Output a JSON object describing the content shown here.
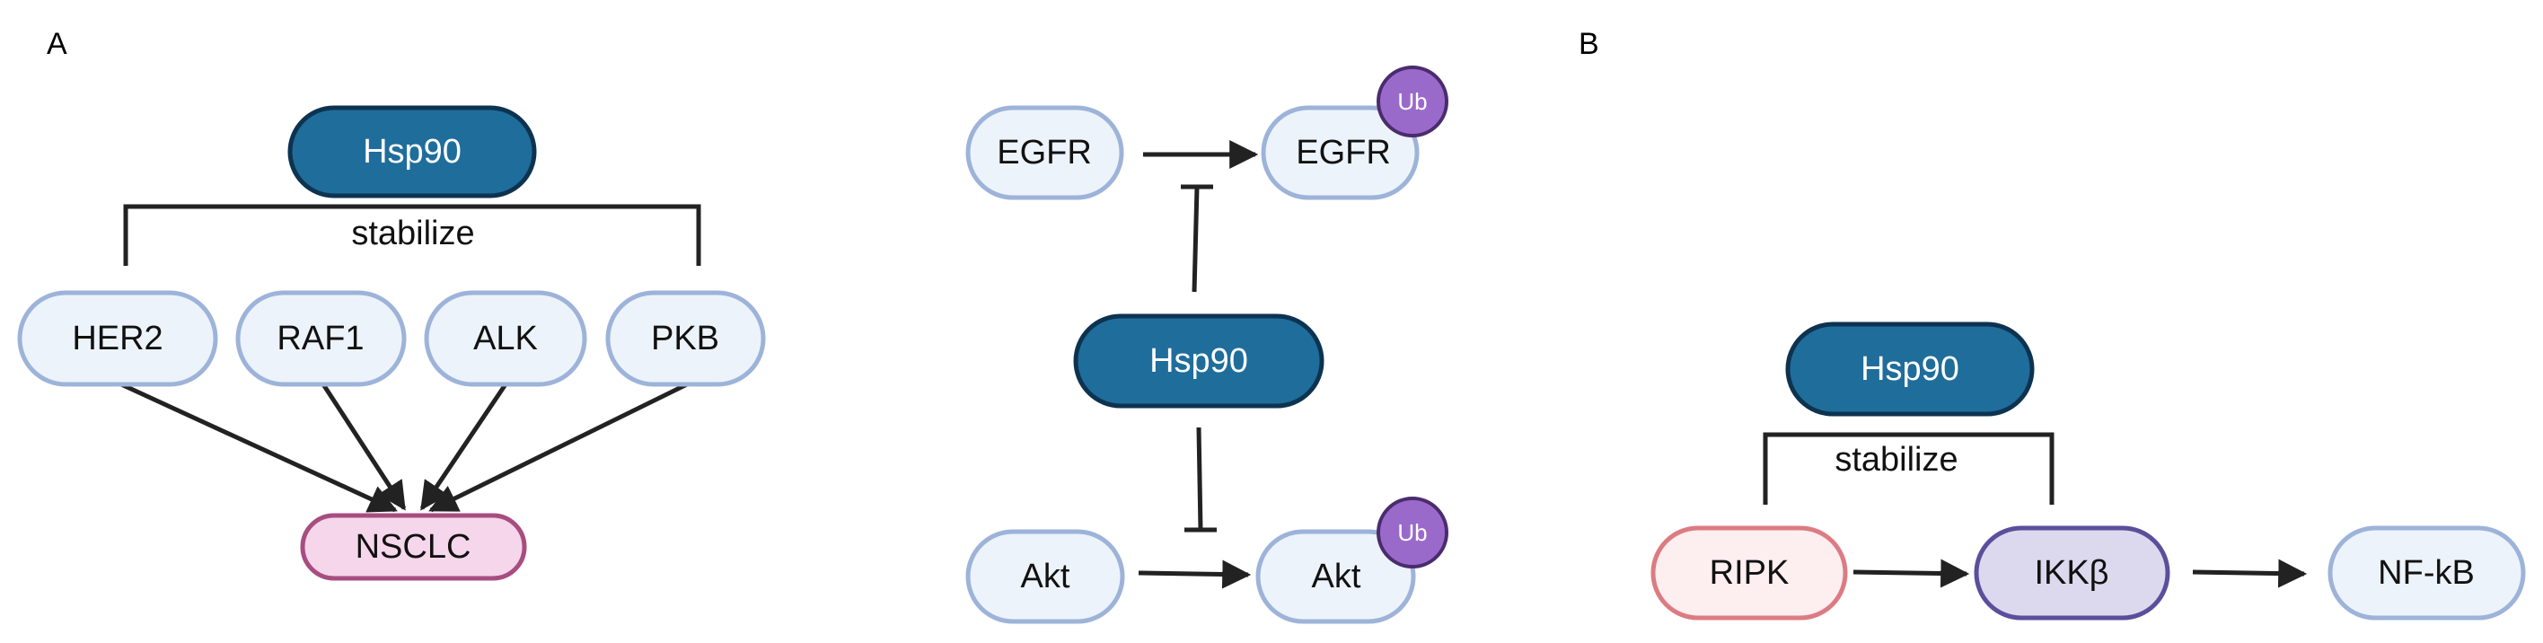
{
  "panel_labels": {
    "a": "A",
    "b": "B"
  },
  "colors": {
    "hsp90_fill": "#1f6d9b",
    "hsp90_stroke": "#0d3350",
    "client_fill": "#edf3fa",
    "client_stroke": "#9db3d9",
    "nsclc_fill": "#f5d6ea",
    "nsclc_stroke": "#a84d80",
    "ripk_fill": "#fdeef0",
    "ripk_stroke": "#dd7b82",
    "ikk_fill": "#dcd9ee",
    "ikk_stroke": "#5b4f9c",
    "ub_fill": "#9a6acb",
    "ub_stroke": "#4a2c6e",
    "arrow": "#222222",
    "text_dark": "#111111",
    "text_light": "#ffffff"
  },
  "panel_a_left": {
    "hsp90": "Hsp90",
    "bracket_label": "stabilize",
    "clients": [
      "HER2",
      "RAF1",
      "ALK",
      "PKB"
    ],
    "target": "NSCLC"
  },
  "panel_a_right": {
    "egfr_left": "EGFR",
    "egfr_right": "EGFR",
    "hsp90": "Hsp90",
    "akt_left": "Akt",
    "akt_right": "Akt",
    "ub_top": "Ub",
    "ub_bottom": "Ub"
  },
  "panel_b": {
    "hsp90": "Hsp90",
    "bracket_label": "stabilize",
    "ripk": "RIPK",
    "ikk": "IKKβ",
    "nfkb": "NF-kB"
  }
}
